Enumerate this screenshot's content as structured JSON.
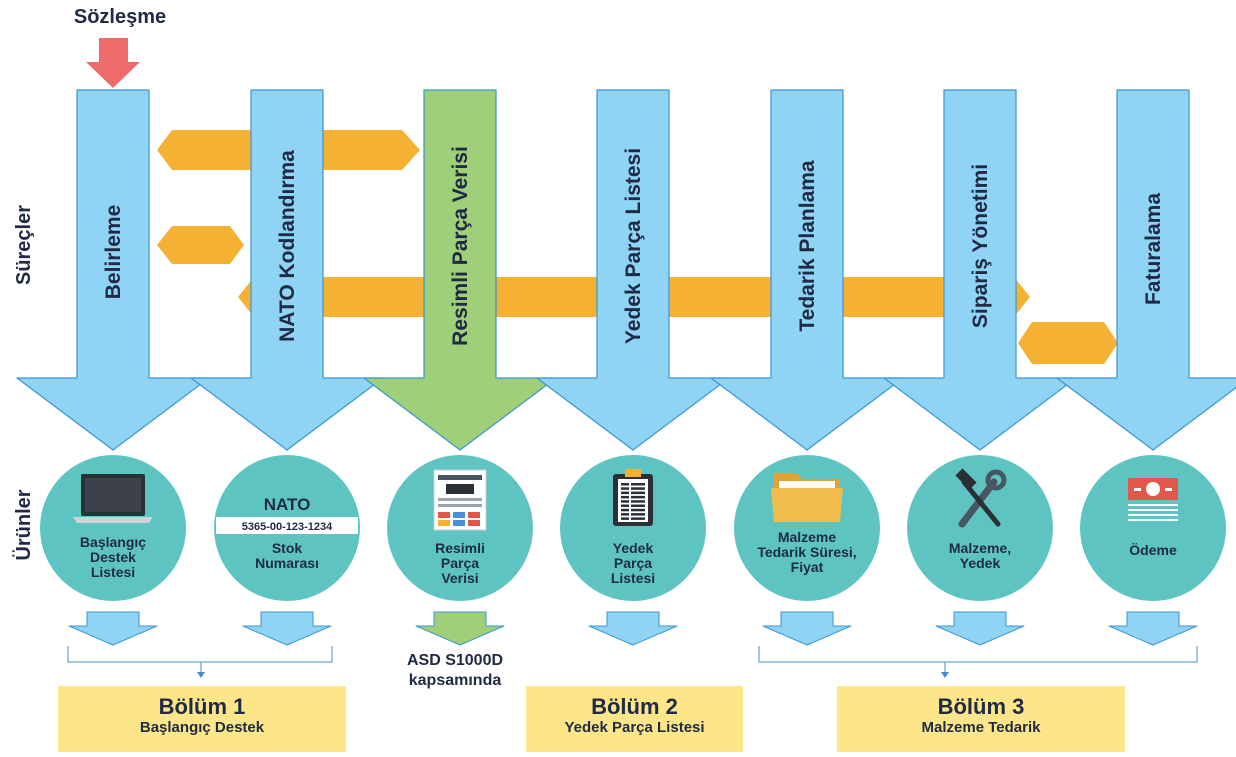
{
  "contract_label": "Sözleşme",
  "processes_label": "Süreçler",
  "products_label": "Ürünler",
  "processes": [
    {
      "label": "Belirleme",
      "color": "#8fd3f5"
    },
    {
      "label": "NATO Kodlandırma",
      "color": "#8fd3f5"
    },
    {
      "label": "Resimli Parça Verisi",
      "color": "#9fcf78"
    },
    {
      "label": "Yedek Parça Listesi",
      "color": "#8fd3f5"
    },
    {
      "label": "Tedarik Planlama",
      "color": "#8fd3f5"
    },
    {
      "label": "Sipariş Yönetimi",
      "color": "#8fd3f5"
    },
    {
      "label": "Faturalama",
      "color": "#8fd3f5"
    }
  ],
  "products": [
    {
      "icon": "laptop-icon",
      "lines": [
        "Başlangıç",
        "Destek",
        "Listesi"
      ]
    },
    {
      "icon": "nato-stock-number-icon",
      "title": "NATO",
      "code": "5365-00-123-1234",
      "lines": [
        "Stok",
        "Numarası"
      ]
    },
    {
      "icon": "illustrated-document-icon",
      "lines": [
        "Resimli",
        "Parça",
        "Verisi"
      ]
    },
    {
      "icon": "clipboard-icon",
      "lines": [
        "Yedek",
        "Parça",
        "Listesi"
      ]
    },
    {
      "icon": "folder-icon",
      "lines": [
        "Malzeme",
        "Tedarik Süresi,",
        "Fiyat"
      ]
    },
    {
      "icon": "tools-icon",
      "lines": [
        "Malzeme,",
        "Yedek"
      ]
    },
    {
      "icon": "payment-icon",
      "lines": [
        "Ödeme"
      ]
    }
  ],
  "asd_note": [
    "ASD S1000D",
    "kapsamında"
  ],
  "sections": [
    {
      "title": "Bölüm 1",
      "subtitle": "Başlangıç Destek"
    },
    {
      "title": "Bölüm 2",
      "subtitle": "Yedek Parça Listesi"
    },
    {
      "title": "Bölüm 3",
      "subtitle": "Malzeme Tedarik"
    }
  ],
  "colors": {
    "blue_arrow": "#8fd3f5",
    "green_arrow": "#9fcf78",
    "teal_circle": "#5ec4c2",
    "orange_connector": "#f5b133",
    "red_arrow": "#ef6b6b",
    "section_box": "#fde58a",
    "text": "#1f2a44"
  }
}
